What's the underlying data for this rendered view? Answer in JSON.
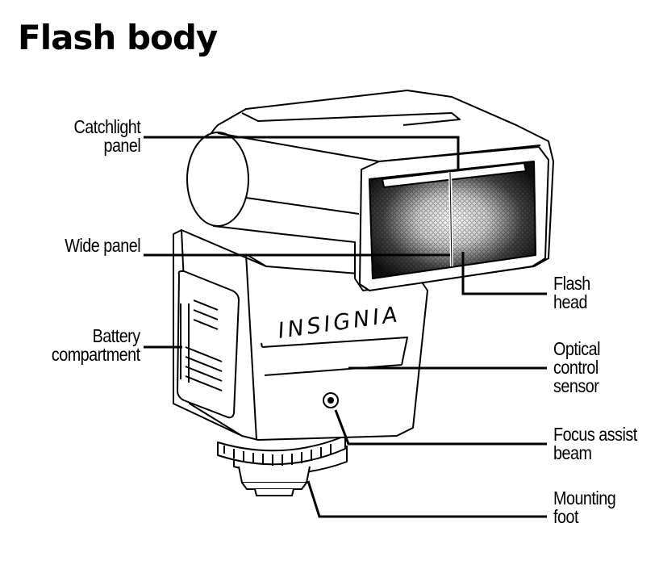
{
  "title": "Flash body",
  "brand": "INSIGNIA",
  "labels": {
    "catchlight_panel": [
      "Catchlight",
      "panel"
    ],
    "wide_panel": [
      "Wide panel"
    ],
    "battery_compartment": [
      "Battery",
      "compartment"
    ],
    "flash_head": [
      "Flash",
      "head"
    ],
    "optical_control_sensor": [
      "Optical",
      "control",
      "sensor"
    ],
    "focus_assist_beam": [
      "Focus assist",
      "beam"
    ],
    "mounting_foot": [
      "Mounting",
      "foot"
    ]
  }
}
